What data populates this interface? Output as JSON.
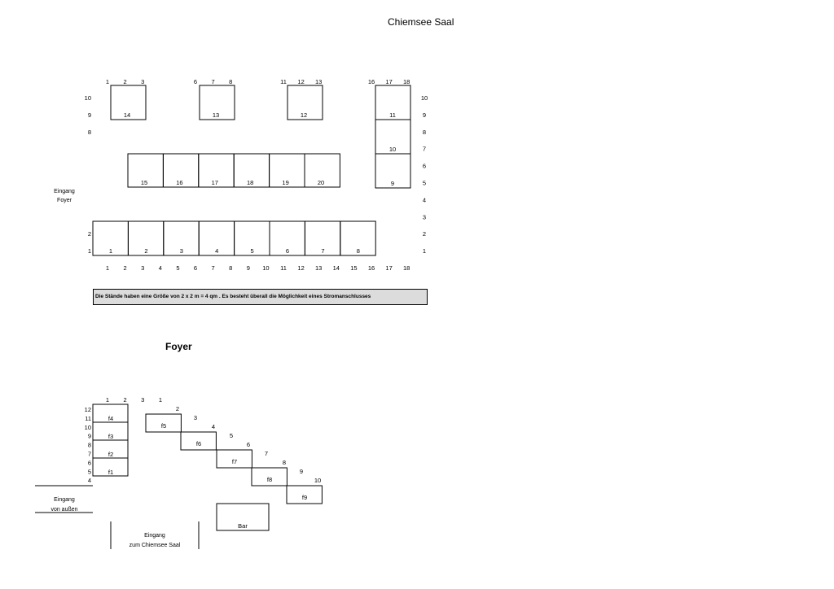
{
  "hall": {
    "title": "Chiemsee Saal",
    "entrance_label": "Eingang\nFoyer",
    "col_labels": [
      "1",
      "2",
      "3",
      "4",
      "5",
      "6",
      "7",
      "8",
      "9",
      "10",
      "11",
      "12",
      "13",
      "14",
      "15",
      "16",
      "17",
      "18"
    ],
    "top_col_groups": [
      [
        "1",
        "2",
        "3"
      ],
      [
        "6",
        "7",
        "8"
      ],
      [
        "11",
        "12",
        "13"
      ],
      [
        "16",
        "17",
        "18"
      ]
    ],
    "left_rows": [
      "10",
      "9",
      "8",
      "2",
      "1"
    ],
    "right_rows": [
      "10",
      "9",
      "8",
      "7",
      "6",
      "5",
      "4",
      "3",
      "2",
      "1"
    ],
    "stands_top": [
      "14",
      "13",
      "12"
    ],
    "stands_right_column": [
      "11",
      "10",
      "9"
    ],
    "stands_middle": [
      "15",
      "16",
      "17",
      "18",
      "19",
      "20"
    ],
    "stands_bottom": [
      "1",
      "2",
      "3",
      "4",
      "5",
      "6",
      "7",
      "8"
    ],
    "note": "Die Stände haben eine Größe von 2 x 2 m = 4 qm . Es besteht überall die Möglichkeit eines Stromanschlusses"
  },
  "foyer": {
    "title": "Foyer",
    "left_cols": [
      "1",
      "2",
      "3"
    ],
    "left_rows": [
      "12",
      "11",
      "10",
      "9",
      "8",
      "7",
      "6",
      "5",
      "4"
    ],
    "left_stands": [
      "f4",
      "f3",
      "f2",
      "f1"
    ],
    "diagonal_numbers": [
      "1",
      "2",
      "3",
      "4",
      "5",
      "6",
      "7",
      "8",
      "9",
      "10"
    ],
    "diagonal_stands": [
      "f5",
      "f6",
      "f7",
      "f8",
      "f9"
    ],
    "bar_label": "Bar",
    "entrance_outside": "Eingang\nvon außen",
    "entrance_hall": "Eingang\nzum Chiemsee Saal"
  }
}
